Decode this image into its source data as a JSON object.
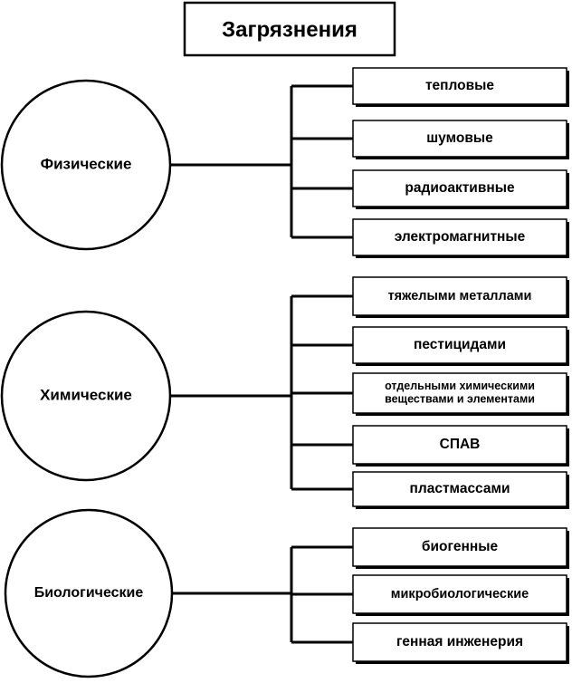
{
  "title": "Загрязнения",
  "groups": [
    {
      "label": "Физические",
      "items": [
        [
          "тепловые"
        ],
        [
          "шумовые"
        ],
        [
          "радиоактивные"
        ],
        [
          "электромагнитные"
        ]
      ]
    },
    {
      "label": "Химические",
      "items": [
        [
          "тяжелыми металлами"
        ],
        [
          "пестицидами"
        ],
        [
          "отдельными химическими",
          "веществами и элементами"
        ],
        [
          "СПАВ"
        ],
        [
          "пластмассами"
        ]
      ]
    },
    {
      "label": "Биологические",
      "items": [
        [
          "биогенные"
        ],
        [
          "микробиологические"
        ],
        [
          "генная инженерия"
        ]
      ]
    }
  ]
}
